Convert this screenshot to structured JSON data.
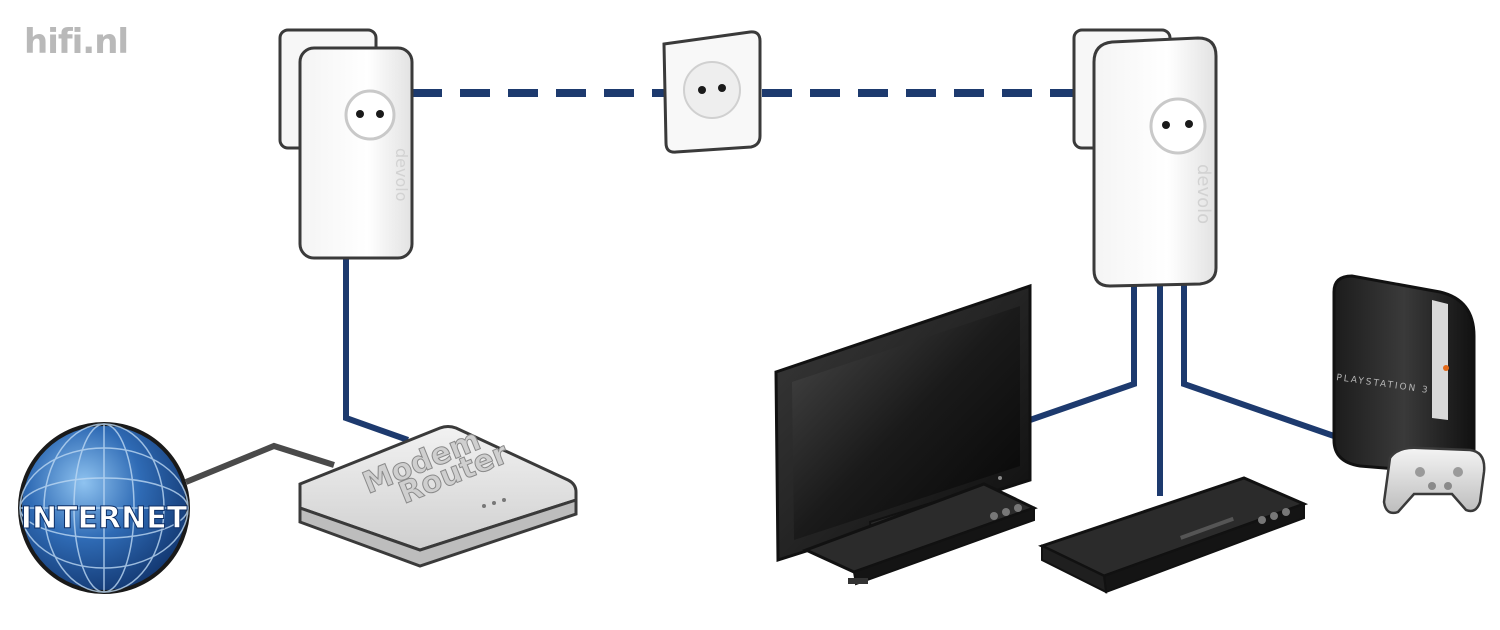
{
  "watermark": "hifi.nl",
  "internet_label": "INTERNET",
  "router_label_line1": "Modem",
  "router_label_line2": "Router",
  "adapter_brand": "devolo",
  "console_brand": "PLAYSTATION 3",
  "colors": {
    "cable_blue": "#1d3a6e",
    "cable_gray": "#4a4a4a",
    "globe_blue": "#2f6bb5",
    "watermark_gray": "#b9b9b9"
  }
}
